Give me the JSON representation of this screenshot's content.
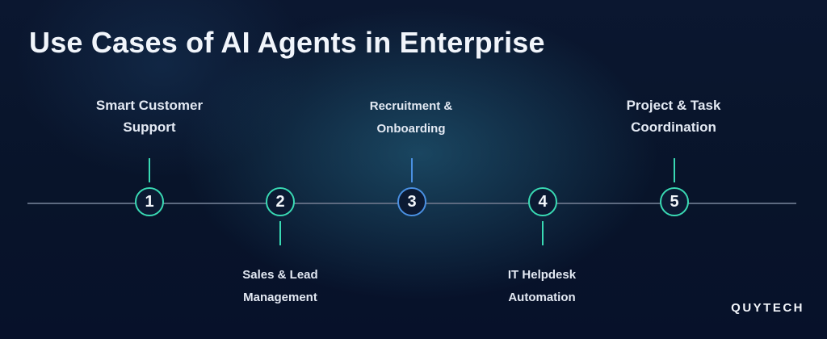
{
  "title": "Use Cases of AI Agents in Enterprise",
  "logo": "QUYTECH",
  "colors": {
    "accent_teal": "#39d9b3",
    "accent_blue": "#4a90e2",
    "line": "#5d6a80"
  },
  "use_cases": [
    {
      "number": "1",
      "lines": [
        "Smart Customer",
        "Support"
      ],
      "position": "above"
    },
    {
      "number": "2",
      "lines": [
        "Sales & Lead",
        "Management"
      ],
      "position": "below"
    },
    {
      "number": "3",
      "lines": [
        "Recruitment &",
        "Onboarding"
      ],
      "position": "above"
    },
    {
      "number": "4",
      "lines": [
        "IT Helpdesk",
        "Automation"
      ],
      "position": "below"
    },
    {
      "number": "5",
      "lines": [
        "Project & Task",
        "Coordination"
      ],
      "position": "above"
    }
  ]
}
